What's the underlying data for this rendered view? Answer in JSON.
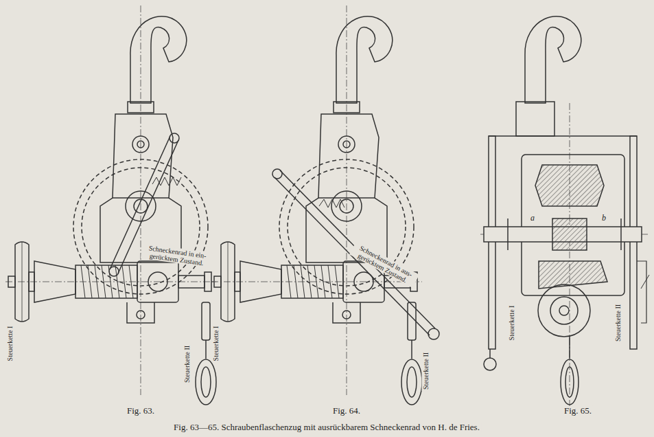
{
  "diagram": {
    "caption": "Fig. 63—65. Schraubenflaschenzug mit ausrückbarem Schneckenrad von H. de Fries.",
    "labels": [
      "Schneckenrad in ein- gerücktem Zustand.",
      "Steuerkette I",
      "Steuerkette II",
      "Fig. 63.",
      "Schneckenrad in aus- gerücktem Zustand.",
      "Steuerkette I",
      "Steuerkette II",
      "Fig. 64.",
      "a",
      "b",
      "Steuerkette II",
      "Steuerkette I",
      "Fig. 65."
    ]
  }
}
